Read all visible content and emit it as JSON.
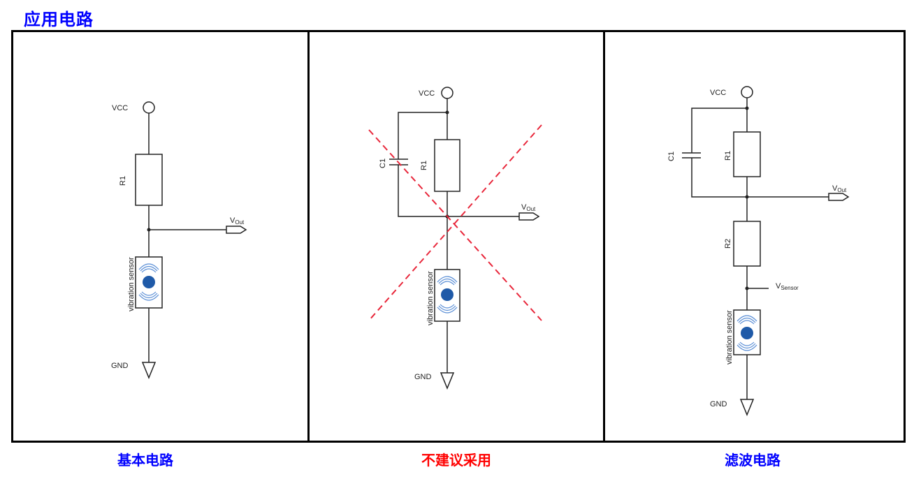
{
  "title": "应用电路",
  "colors": {
    "title": "#0000ff",
    "caption_ok": "#0000ff",
    "caption_bad": "#ff0000",
    "cross": "#e8263a",
    "sensor_dot": "#1f5aa8",
    "sensor_waves": "#5b8fd6"
  },
  "panels": [
    {
      "caption": "基本电路",
      "labels": {
        "vcc": "VCC",
        "r1": "R1",
        "vout_main": "V",
        "vout_sub": "Out",
        "sensor": "vibration sensor",
        "gnd": "GND"
      }
    },
    {
      "caption": "不建议采用",
      "labels": {
        "vcc": "VCC",
        "c1": "C1",
        "r1": "R1",
        "vout_main": "V",
        "vout_sub": "Out",
        "sensor": "vibration sensor",
        "gnd": "GND"
      },
      "crossed_out": true
    },
    {
      "caption": "滤波电路",
      "labels": {
        "vcc": "VCC",
        "c1": "C1",
        "r1": "R1",
        "vout_main": "V",
        "vout_sub": "Out",
        "r2": "R2",
        "vsensor_main": "V",
        "vsensor_sub": "Sensor",
        "sensor": "vibration sensor",
        "gnd": "GND"
      }
    }
  ]
}
